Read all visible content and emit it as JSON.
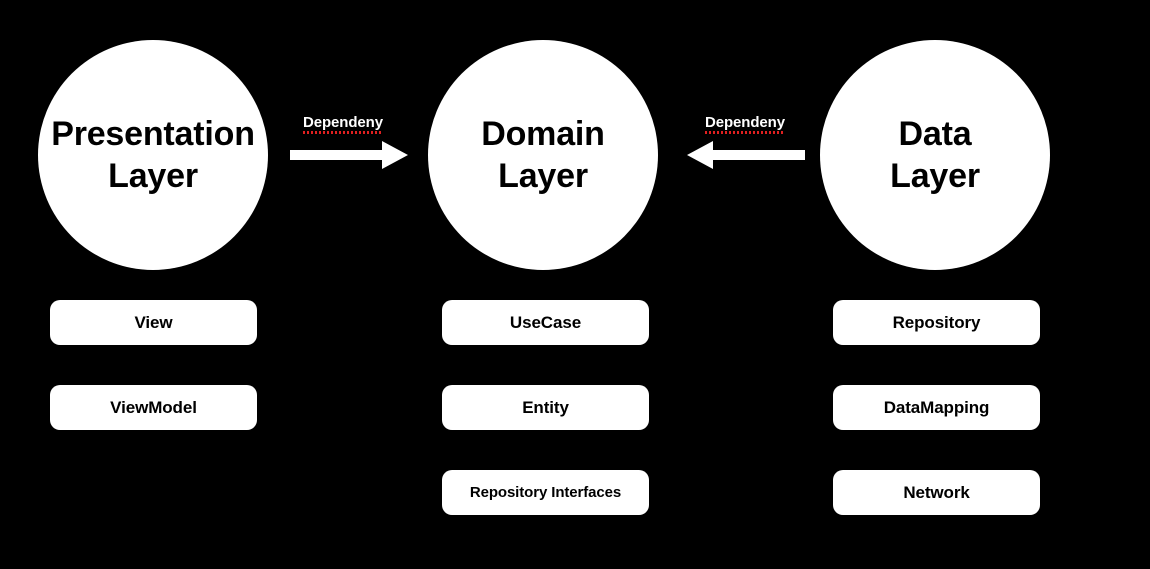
{
  "diagram": {
    "background_color": "#000000",
    "shape_color": "#ffffff",
    "text_color": "#000000",
    "spellcheck_underline_color": "#e02020"
  },
  "layers": [
    {
      "id": "presentation",
      "title_line_1": "Presentation",
      "title_line_2": "Layer",
      "components": [
        "View",
        "ViewModel"
      ]
    },
    {
      "id": "domain",
      "title_line_1": "Domain",
      "title_line_2": "Layer",
      "components": [
        "UseCase",
        "Entity",
        "Repository Interfaces"
      ]
    },
    {
      "id": "data",
      "title_line_1": "Data",
      "title_line_2": "Layer",
      "components": [
        "Repository",
        "DataMapping",
        "Network"
      ]
    }
  ],
  "arrows": [
    {
      "id": "presentation-to-domain",
      "label": "Dependeny",
      "direction": "right",
      "from": "Presentation Layer",
      "to": "Domain Layer"
    },
    {
      "id": "data-to-domain",
      "label": "Dependeny",
      "direction": "left",
      "from": "Data Layer",
      "to": "Domain Layer"
    }
  ]
}
